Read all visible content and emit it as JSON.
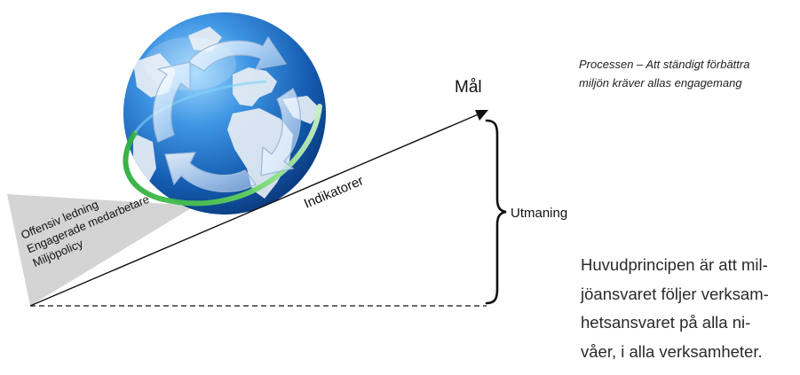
{
  "caption": {
    "line1": "Processen – Att ständigt förbättra",
    "line2": "miljön kräver allas engagemang"
  },
  "labels": {
    "goal": "Mål",
    "indicators": "Indikatorer",
    "challenge": "Utmaning"
  },
  "wedge_items": [
    "Offensiv ledning",
    "Engagerade medarbetare",
    "Miljöpolicy"
  ],
  "body_text": {
    "lines": [
      "Huvudprincipen är att mil-",
      "jöansvaret följer verksam-",
      "hetsansvaret på alla ni-",
      "våer, i alla verksamheter."
    ]
  },
  "colors": {
    "wedge": "#d4d4d4",
    "globe_dark": "#0b3f86",
    "globe_light": "#8fd0ff",
    "land": "#e7eef4",
    "green_ring": "#39b54a",
    "line": "#111111"
  },
  "icons": [
    "globe-icon",
    "circular-arrows-icon",
    "curly-brace-icon",
    "arrowhead-icon"
  ]
}
